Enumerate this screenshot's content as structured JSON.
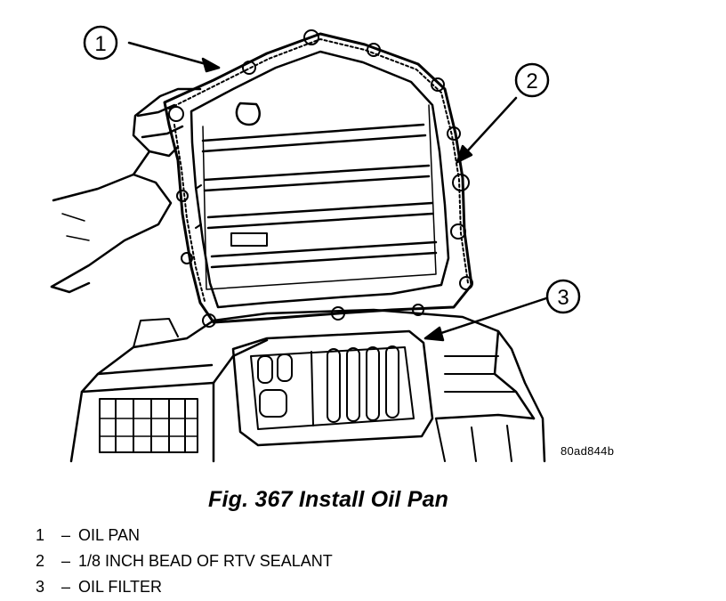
{
  "figure": {
    "reference_code": "80ad844b",
    "caption": "Fig. 367 Install Oil Pan",
    "callouts": [
      {
        "number": "1",
        "label": "OIL PAN"
      },
      {
        "number": "2",
        "label": "1/8 INCH BEAD OF RTV SEALANT"
      },
      {
        "number": "3",
        "label": "OIL FILTER"
      }
    ]
  }
}
